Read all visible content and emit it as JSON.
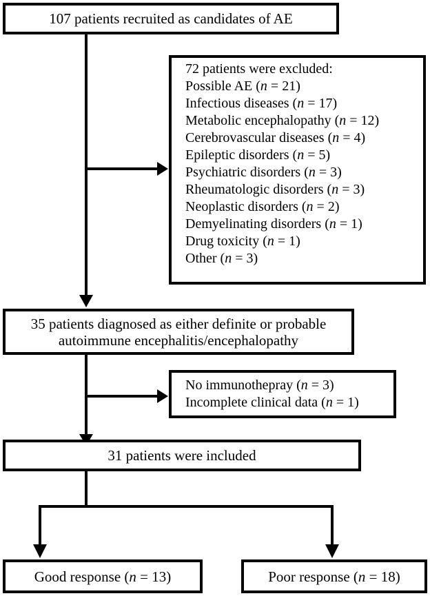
{
  "boxes": {
    "recruited": "107 patients recruited as candidates of AE",
    "excluded": {
      "header": "72 patients were excluded:",
      "items": [
        {
          "label": "Possible AE",
          "n": "21"
        },
        {
          "label": "Infectious diseases",
          "n": "17"
        },
        {
          "label": "Metabolic encephalopathy",
          "n": "12"
        },
        {
          "label": "Cerebrovascular diseases",
          "n": "4"
        },
        {
          "label": "Epileptic disorders",
          "n": "5"
        },
        {
          "label": "Psychiatric disorders",
          "n": "3"
        },
        {
          "label": "Rheumatologic disorders",
          "n": "3"
        },
        {
          "label": "Neoplastic disorders",
          "n": "2"
        },
        {
          "label": "Demyelinating disorders",
          "n": "1"
        },
        {
          "label": "Drug toxicity",
          "n": "1"
        },
        {
          "label": "Other",
          "n": "3"
        }
      ]
    },
    "diagnosed": {
      "line1": "35 patients diagnosed as either definite or probable",
      "line2": "autoimmune encephalitis/encephalopathy"
    },
    "excluded2": {
      "items": [
        {
          "label": "No immunothepray",
          "n": "3"
        },
        {
          "label": "Incomplete clinical data",
          "n": "1"
        }
      ]
    },
    "included": "31 patients were included",
    "good": {
      "label": "Good response",
      "n": "13"
    },
    "poor": {
      "label": "Poor response",
      "n": "18"
    }
  },
  "symbols": {
    "n_var": "n",
    "open": " (",
    "eq": " = ",
    "close": ")"
  }
}
